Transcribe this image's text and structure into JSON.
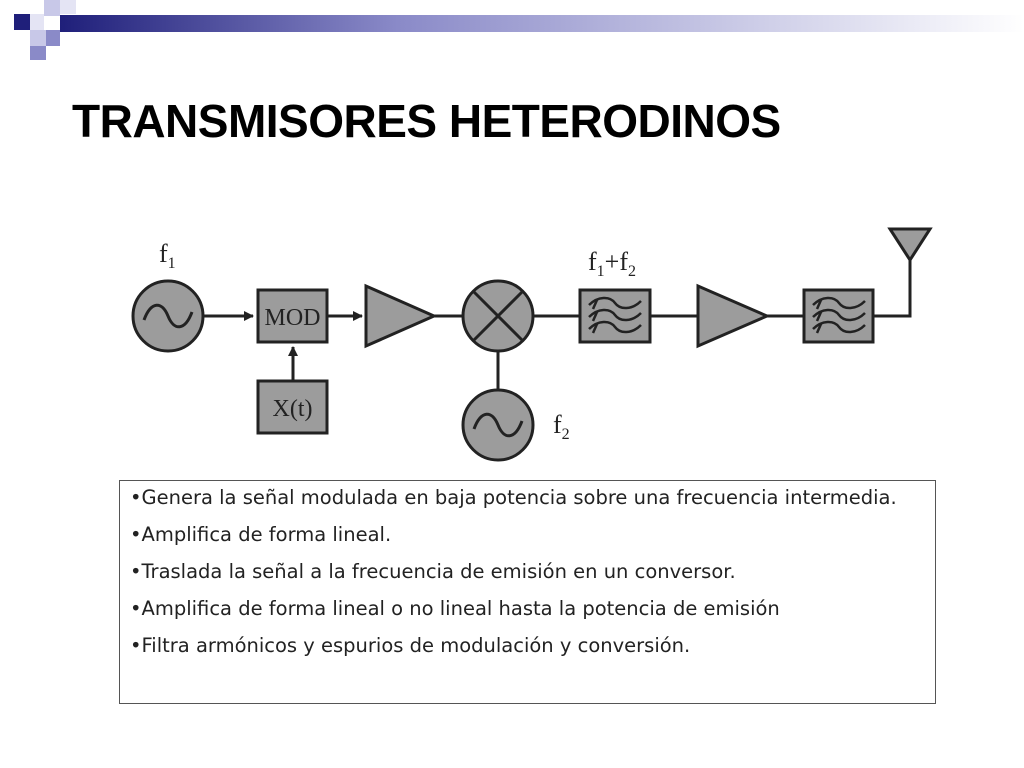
{
  "slide": {
    "title": "TRANSMISORES HETERODINOS"
  },
  "theme": {
    "accent_dark": "#1f1f7a",
    "accent_mid": "#8a8ac8",
    "accent_light": "#c8c8e8",
    "block_fill": "#9c9c9c",
    "stroke": "#222222"
  },
  "diagram": {
    "osc1_label": {
      "main": "f",
      "sub": "1"
    },
    "osc2_label": {
      "main": "f",
      "sub": "2"
    },
    "mod_label": "MOD",
    "xt_label": "X(t)",
    "sum_label": {
      "f1": "f",
      "s1": "1",
      "plus": "+",
      "f2": "f",
      "s2": "2"
    },
    "icons": [
      "sine-oscillator-icon",
      "modulator-block",
      "amplifier-icon",
      "mixer-icon",
      "bandpass-filter-icon",
      "antenna-icon"
    ]
  },
  "description": {
    "bullets": [
      "•Genera la señal modulada en baja potencia sobre una frecuencia intermedia.",
      "•Amplifica de forma lineal.",
      "•Traslada la señal a la frecuencia de emisión en un conversor.",
      "•Amplifica de forma lineal o no lineal hasta la potencia de emisión",
      "•Filtra armónicos y espurios de modulación y conversión."
    ]
  }
}
